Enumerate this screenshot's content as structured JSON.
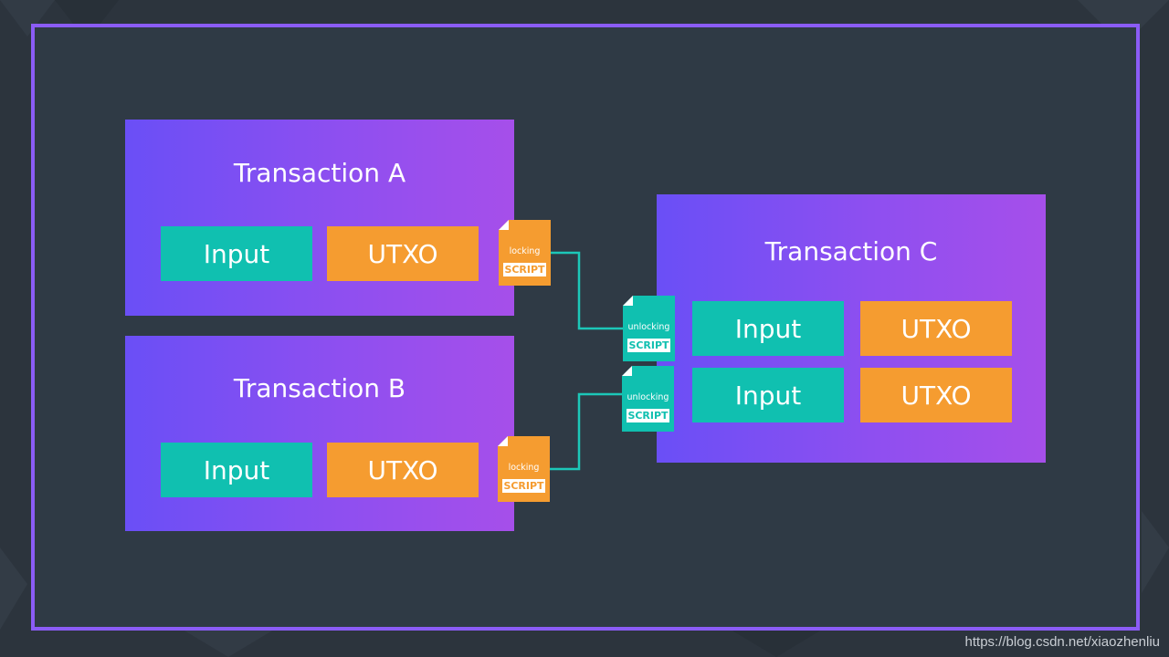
{
  "colors": {
    "frame_border": "#8b5cf6",
    "transaction_gradient": [
      "#6a4ff6",
      "#a64fea"
    ],
    "input": "#10c0b0",
    "utxo": "#f59c30",
    "link": "#1cc7b8"
  },
  "icons": {
    "locking_script": "locking-script-document-icon",
    "unlocking_script": "unlocking-script-document-icon"
  },
  "transactions": {
    "a": {
      "title": "Transaction A",
      "input": "Input",
      "utxo": "UTXO"
    },
    "b": {
      "title": "Transaction B",
      "input": "Input",
      "utxo": "UTXO"
    },
    "c": {
      "title": "Transaction C",
      "rows": [
        {
          "input": "Input",
          "utxo": "UTXO"
        },
        {
          "input": "Input",
          "utxo": "UTXO"
        }
      ]
    }
  },
  "scripts": {
    "locking": {
      "word": "locking",
      "tag": "SCRIPT"
    },
    "unlocking": {
      "word": "unlocking",
      "tag": "SCRIPT"
    }
  },
  "watermark": "https://blog.csdn.net/xiaozhenliu"
}
